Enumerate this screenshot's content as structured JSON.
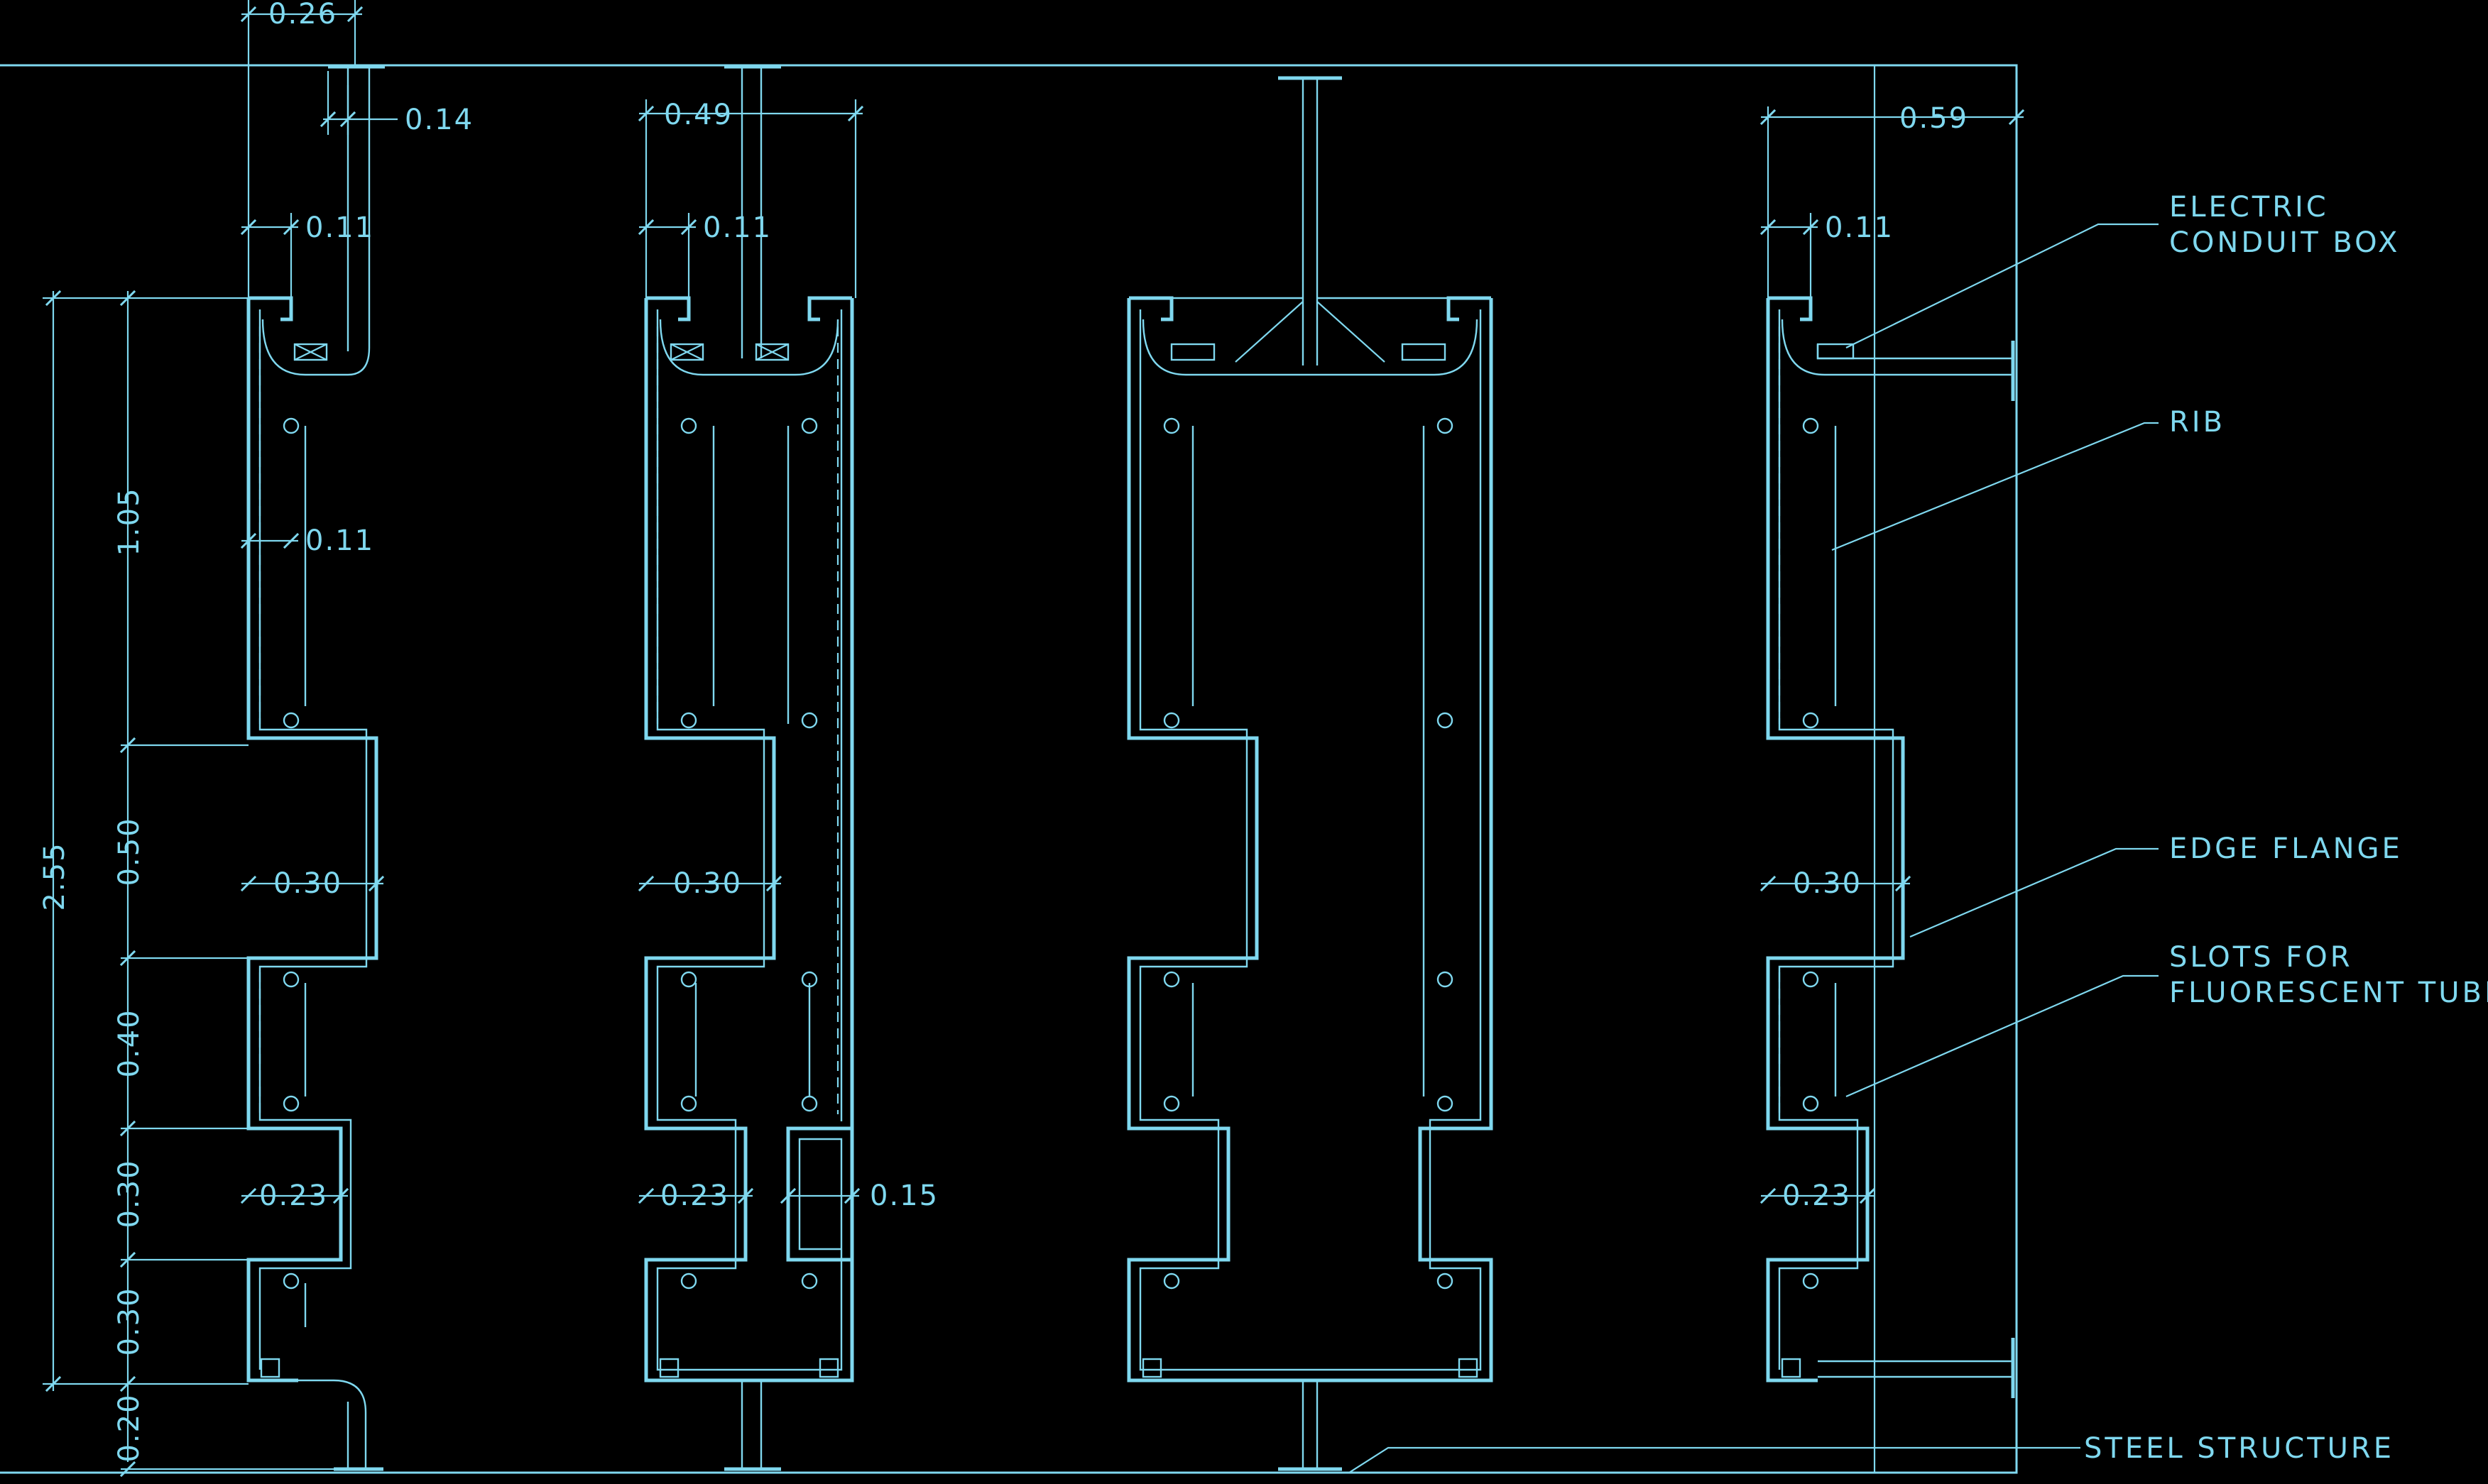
{
  "dimensions": {
    "d_026": "0.26",
    "d_014": "0.14",
    "d_049": "0.49",
    "d_059": "0.59",
    "d_011": "0.11",
    "d_030": "0.30",
    "d_023": "0.23",
    "d_015": "0.15",
    "d_255": "2.55",
    "d_105": "1.05",
    "d_050": "0.50",
    "d_040": "0.40",
    "d_020": "0.20"
  },
  "callouts": {
    "conduit_line1": "ELECTRIC",
    "conduit_line2": "CONDUIT BOX",
    "rib": "RIB",
    "edge_flange": "EDGE FLANGE",
    "slots_line1": "SLOTS FOR",
    "slots_line2": "FLUORESCENT TUBE",
    "steel": "STEEL STRUCTURE"
  },
  "colors": {
    "background": "#000000",
    "linework": "#7fd8ef"
  }
}
